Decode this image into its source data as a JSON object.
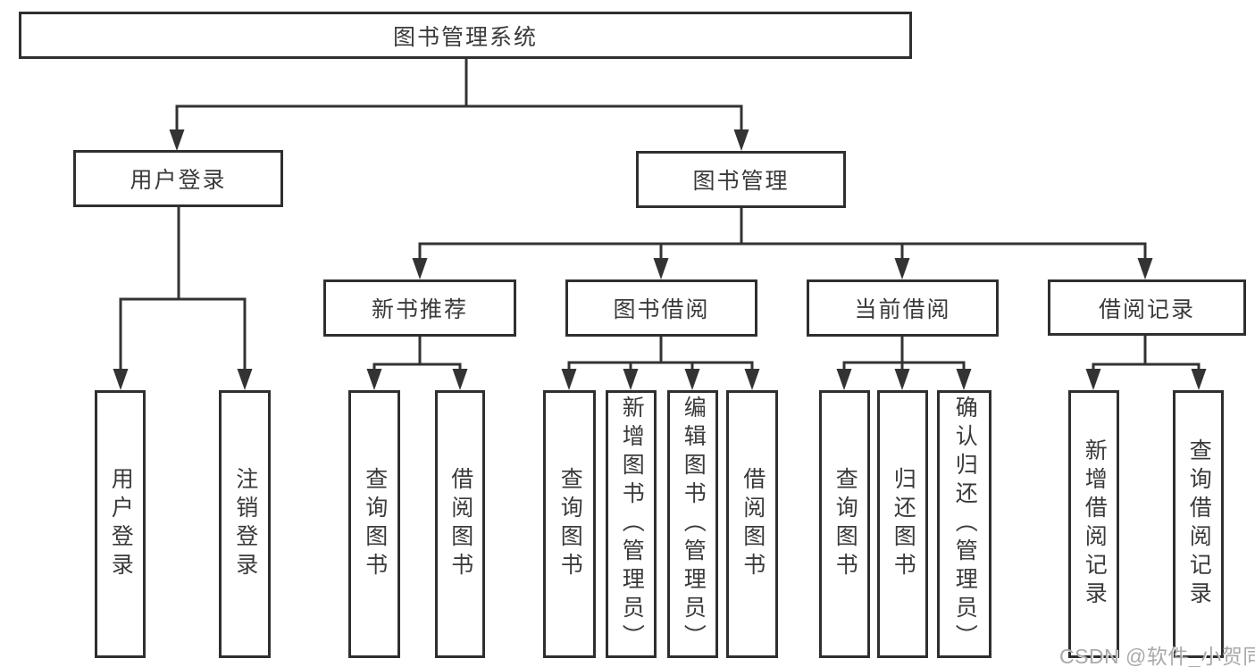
{
  "diagram": {
    "root": {
      "label": "图书管理系统"
    },
    "level2": [
      {
        "label": "用户登录"
      },
      {
        "label": "图书管理"
      }
    ],
    "level3": [
      {
        "label": "新书推荐"
      },
      {
        "label": "图书借阅"
      },
      {
        "label": "当前借阅"
      },
      {
        "label": "借阅记录"
      }
    ],
    "leaves": [
      {
        "label": "用户登录"
      },
      {
        "label": "注销登录"
      },
      {
        "label": "查询图书"
      },
      {
        "label": "借阅图书"
      },
      {
        "label": "查询图书"
      },
      {
        "label": "新增图书（管理员）"
      },
      {
        "label": "编辑图书（管理员）"
      },
      {
        "label": "借阅图书"
      },
      {
        "label": "查询图书"
      },
      {
        "label": "归还图书"
      },
      {
        "label": "确认归还（管理员）"
      },
      {
        "label": "新增借阅记录"
      },
      {
        "label": "查询借阅记录"
      }
    ]
  },
  "watermark": {
    "text": "CSDN @软件_小贺同学"
  },
  "colors": {
    "line": "#333333",
    "border": "#2f2f2f",
    "text": "#3a3a3a",
    "watermark": "#a9a9a9"
  }
}
